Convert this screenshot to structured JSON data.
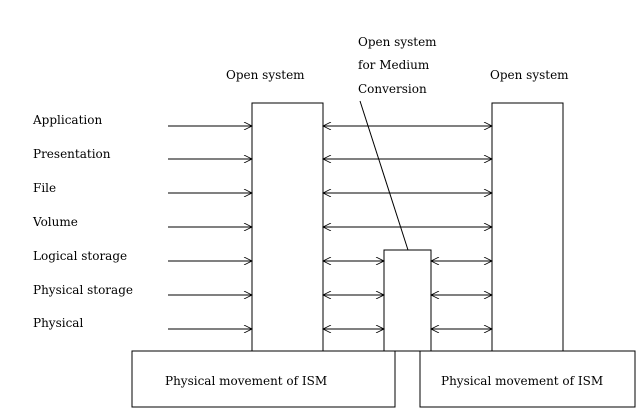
{
  "layers": [
    "Application",
    "Presentation",
    "File",
    "Volume",
    "Logical storage",
    "Physical storage",
    "Physical"
  ],
  "labels": {
    "open_system_left": "Open system",
    "open_system_right": "Open system",
    "medium_conversion": [
      "Open system",
      "for Medium",
      "Conversion"
    ]
  },
  "bottom": {
    "left": "Physical movement of ISM",
    "right": "Physical movement of ISM"
  }
}
